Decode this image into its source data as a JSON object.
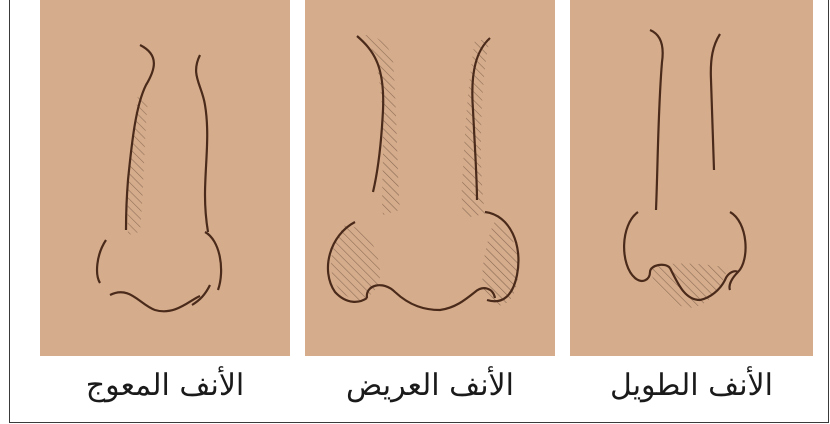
{
  "colors": {
    "skin": "#d6ad8c",
    "outline": "#4a2a1a",
    "hatch": "#8a6a55",
    "border": "#3a3a3a"
  },
  "panels": [
    {
      "caption": "الأنف المعوج",
      "icon": "crooked-nose-illustration"
    },
    {
      "caption": "الأنف العريض",
      "icon": "wide-nose-illustration"
    },
    {
      "caption": "الأنف الطويل",
      "icon": "long-nose-illustration"
    }
  ]
}
